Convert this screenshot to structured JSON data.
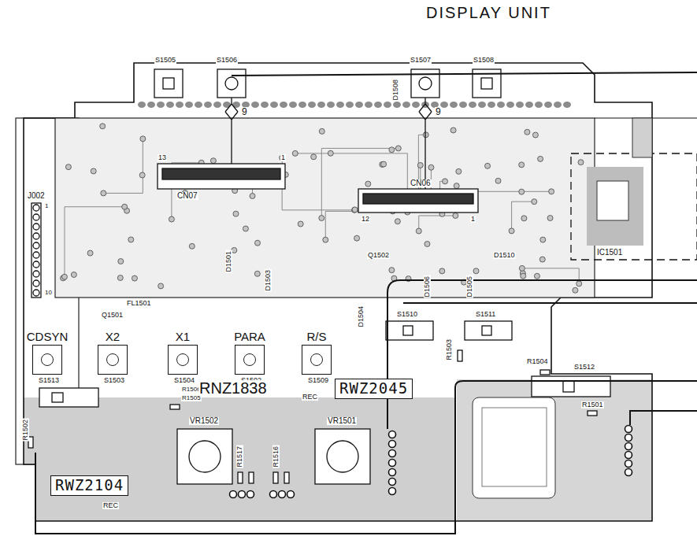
{
  "diagram": {
    "nodes": [
      {
        "text": [
          "CDSYN"
        ]
      },
      {
        "text": [
          "X2"
        ]
      },
      {
        "text": [
          "X1"
        ]
      },
      {
        "text": [
          "PARA"
        ]
      },
      {
        "text": [
          "R/S"
        ]
      },
      {
        "text": [
          "RWZ2045"
        ]
      },
      {
        "text": [
          "RWZ2104"
        ]
      }
    ],
    "labels": [
      "DISPLAY UNIT",
      "S1505",
      "S1506",
      "S1507",
      "S1508",
      "D1508",
      "9",
      "9",
      "13",
      "1",
      "CN07",
      "12",
      "1",
      "CN06",
      "IC1501",
      "D1510",
      "Q1502",
      "D1501",
      "D1503",
      "D1504",
      "D1505",
      "D1506",
      "J002",
      "1",
      "10",
      "FL1501",
      "Q1501",
      "S1513",
      "S1503",
      "S1504",
      "S1502",
      "S1509",
      "R1506",
      "R1505",
      "RNZ1838",
      "REC",
      "R1502",
      "S1510",
      "S1511",
      "R1503",
      "R1504",
      "S1512",
      "R1501",
      "VR1502",
      "VR1501",
      "R1517",
      "R1516",
      "REC"
    ]
  }
}
